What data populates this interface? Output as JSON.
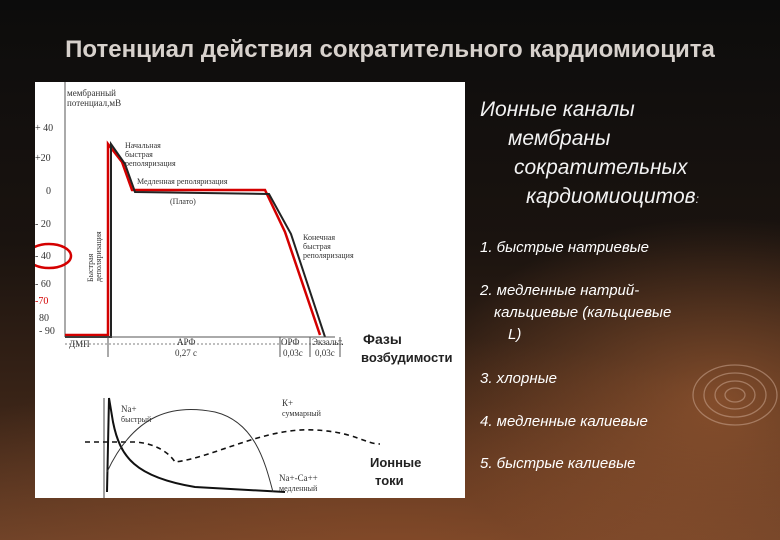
{
  "slide": {
    "title": "Потенциал действия сократительного кардиомиоцита"
  },
  "figure": {
    "y_axis_title_1": "мембранный",
    "y_axis_title_2": "потенциал,мВ",
    "y_ticks": [
      "+ 40",
      "+20",
      "0",
      "- 20",
      "- 40",
      "- 60",
      "-70",
      "80",
      "- 90"
    ],
    "phase_labels": {
      "initial_1": "Начальная",
      "initial_2": "быстрая",
      "initial_3": "реполяризация",
      "plateau_1": "Медленная реполяризация",
      "plateau_2": "(Плато)",
      "final_1": "Конечная",
      "final_2": "быстрая",
      "final_3": "реполяризация",
      "fast_depol_1": "Быстрая",
      "fast_depol_2": "деполяризация"
    },
    "timeline": {
      "dmp": "ДМП",
      "arf": "АРФ",
      "arf_time": "0,27 с",
      "orf": "ОРФ",
      "orf_time": "0,03с",
      "exalt": "Экзальт.",
      "exalt_time": "0,03с",
      "phases_title_1": "Фазы",
      "phases_title_2": "возбудимости"
    },
    "currents": {
      "na_1": "Na+",
      "na_2": "быстрый",
      "k_1": "К+",
      "k_2": "суммарный",
      "naca_1": "Na+-Ca++",
      "naca_2": "медленный",
      "title_1": "Ионные",
      "title_2": "токи"
    }
  },
  "panel": {
    "heading": [
      "Ионные каналы",
      "мембраны",
      "сократительных",
      "кардиомиоцитов"
    ],
    "heading_suffix": ":",
    "items": [
      "1. быстрые натриевые",
      "2. медленные натрий-",
      "кальциевые   (кальциевые",
      "L)",
      "3. хлорные",
      "4. медленные калиевые",
      "5. быстрые калиевые"
    ]
  },
  "colors": {
    "title": "#d7d1cc",
    "highlight_red": "#d40000",
    "trace": "#222222"
  }
}
